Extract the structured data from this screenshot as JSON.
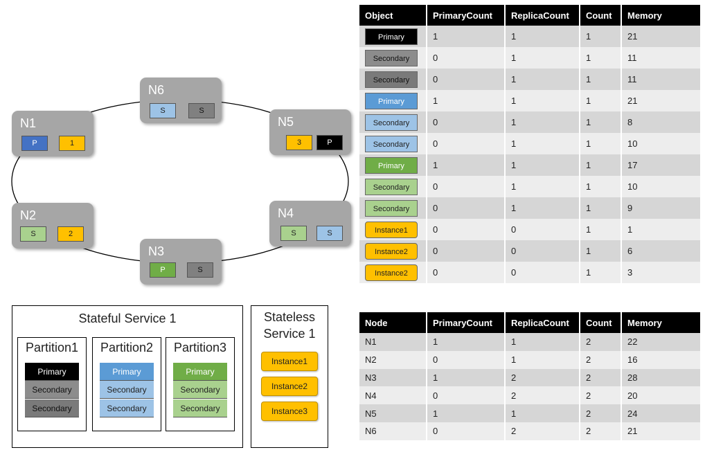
{
  "ring": {
    "nodes": [
      {
        "id": "n1",
        "label": "N1",
        "chips": [
          {
            "text": "P",
            "style": "blue"
          },
          {
            "text": "1",
            "style": "gold"
          }
        ]
      },
      {
        "id": "n2",
        "label": "N2",
        "chips": [
          {
            "text": "S",
            "style": "lightgreen"
          },
          {
            "text": "2",
            "style": "gold"
          }
        ]
      },
      {
        "id": "n3",
        "label": "N3",
        "chips": [
          {
            "text": "P",
            "style": "green"
          },
          {
            "text": "S",
            "style": "gray"
          }
        ]
      },
      {
        "id": "n4",
        "label": "N4",
        "chips": [
          {
            "text": "S",
            "style": "lightgreen"
          },
          {
            "text": "S",
            "style": "lightblue"
          }
        ]
      },
      {
        "id": "n5",
        "label": "N5",
        "chips": [
          {
            "text": "3",
            "style": "gold"
          },
          {
            "text": "P",
            "style": "black"
          }
        ]
      },
      {
        "id": "n6",
        "label": "N6",
        "chips": [
          {
            "text": "S",
            "style": "lightblue"
          },
          {
            "text": "S",
            "style": "gray"
          }
        ]
      }
    ]
  },
  "object_table": {
    "headers": [
      "Object",
      "PrimaryCount",
      "ReplicaCount",
      "Count",
      "Memory"
    ],
    "rows": [
      {
        "object": "Primary",
        "primary_count": "1",
        "replica_count": "1",
        "count": "1",
        "memory": "21"
      },
      {
        "object": "Secondary",
        "primary_count": "0",
        "replica_count": "1",
        "count": "1",
        "memory": "11"
      },
      {
        "object": "Secondary",
        "primary_count": "0",
        "replica_count": "1",
        "count": "1",
        "memory": "11"
      },
      {
        "object": "Primary",
        "primary_count": "1",
        "replica_count": "1",
        "count": "1",
        "memory": "21"
      },
      {
        "object": "Secondary",
        "primary_count": "0",
        "replica_count": "1",
        "count": "1",
        "memory": "8"
      },
      {
        "object": "Secondary",
        "primary_count": "0",
        "replica_count": "1",
        "count": "1",
        "memory": "10"
      },
      {
        "object": "Primary",
        "primary_count": "1",
        "replica_count": "1",
        "count": "1",
        "memory": "17"
      },
      {
        "object": "Secondary",
        "primary_count": "0",
        "replica_count": "1",
        "count": "1",
        "memory": "10"
      },
      {
        "object": "Secondary",
        "primary_count": "0",
        "replica_count": "1",
        "count": "1",
        "memory": "9"
      },
      {
        "object": "Instance1",
        "primary_count": "0",
        "replica_count": "0",
        "count": "1",
        "memory": "1"
      },
      {
        "object": "Instance2",
        "primary_count": "0",
        "replica_count": "0",
        "count": "1",
        "memory": "6"
      },
      {
        "object": "Instance2",
        "primary_count": "0",
        "replica_count": "0",
        "count": "1",
        "memory": "3"
      }
    ]
  },
  "node_table": {
    "headers": [
      "Node",
      "PrimaryCount",
      "ReplicaCount",
      "Count",
      "Memory"
    ],
    "rows": [
      {
        "node": "N1",
        "primary_count": "1",
        "replica_count": "1",
        "count": "2",
        "memory": "22"
      },
      {
        "node": "N2",
        "primary_count": "0",
        "replica_count": "1",
        "count": "2",
        "memory": "16"
      },
      {
        "node": "N3",
        "primary_count": "1",
        "replica_count": "2",
        "count": "2",
        "memory": "28"
      },
      {
        "node": "N4",
        "primary_count": "0",
        "replica_count": "2",
        "count": "2",
        "memory": "20"
      },
      {
        "node": "N5",
        "primary_count": "1",
        "replica_count": "1",
        "count": "2",
        "memory": "24"
      },
      {
        "node": "N6",
        "primary_count": "0",
        "replica_count": "2",
        "count": "2",
        "memory": "21"
      }
    ]
  },
  "stateful": {
    "title": "Stateful Service 1",
    "partitions": [
      {
        "title": "Partition1",
        "replicas": [
          "Primary",
          "Secondary",
          "Secondary"
        ]
      },
      {
        "title": "Partition2",
        "replicas": [
          "Primary",
          "Secondary",
          "Secondary"
        ]
      },
      {
        "title": "Partition3",
        "replicas": [
          "Primary",
          "Secondary",
          "Secondary"
        ]
      }
    ]
  },
  "stateless": {
    "title_line1": "Stateless",
    "title_line2": "Service 1",
    "instances": [
      "Instance1",
      "Instance2",
      "Instance3"
    ]
  }
}
